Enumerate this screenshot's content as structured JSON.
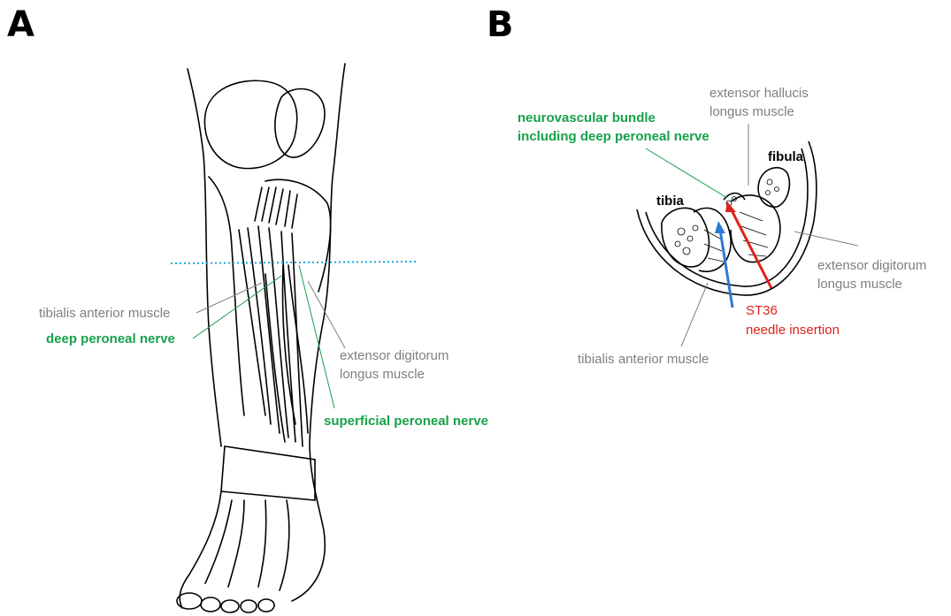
{
  "panels": {
    "a": "A",
    "b": "B"
  },
  "panel_a": {
    "labels": {
      "tibialis_anterior": "tibialis anterior muscle",
      "deep_peroneal": "deep peroneal nerve",
      "extensor_digitorum_1": "extensor digitorum",
      "extensor_digitorum_2": "longus muscle",
      "superficial_peroneal": "superficial peroneal nerve"
    }
  },
  "panel_b": {
    "labels": {
      "neurovascular_1": "neurovascular bundle",
      "neurovascular_2": "including deep peroneal nerve",
      "extensor_hallucis_1": "extensor hallucis",
      "extensor_hallucis_2": "longus muscle",
      "fibula": "fibula",
      "tibia": "tibia",
      "extensor_digitorum_1": "extensor digitorum",
      "extensor_digitorum_2": "longus muscle",
      "st36": "ST36",
      "needle": "needle insertion",
      "tibialis_anterior": "tibialis anterior muscle"
    }
  },
  "colors": {
    "label_gray": "#7f7f7f",
    "nerve_green": "#17a14a",
    "needle_red": "#e0201b",
    "arrow_blue": "#2b7bd0",
    "section_line": "#1aa7e0"
  }
}
